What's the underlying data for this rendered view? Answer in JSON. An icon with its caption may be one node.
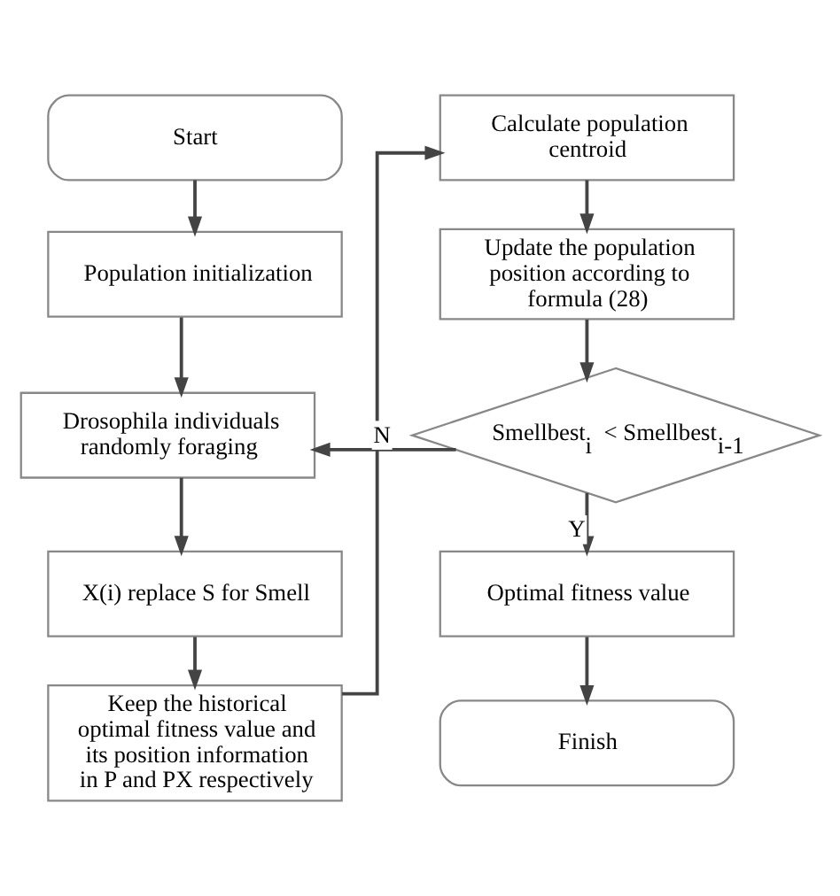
{
  "diagram": {
    "nodes": [
      {
        "text": [
          "Start"
        ]
      },
      {
        "text": [
          "Population initialization"
        ]
      },
      {
        "text": [
          "Drosophila individuals randomly foraging"
        ]
      },
      {
        "text": [
          "X(i) replace S for Smell"
        ]
      },
      {
        "text": [
          "Keep the historical optimal fitness value and its position information in P and PX respectively"
        ]
      },
      {
        "text": [
          "Calculate population centroid"
        ]
      },
      {
        "text": [
          "Update the population position according to formula (28)"
        ]
      },
      {
        "text": [
          "Smellbest$_{i}$ < Smellbest$_{i-1}$"
        ]
      },
      {
        "text": [
          "Optimal fitness value"
        ]
      },
      {
        "text": [
          "Finish"
        ]
      }
    ],
    "edges": [
      {
        "from": 0,
        "to": 1,
        "arrow": "to"
      },
      {
        "from": 1,
        "to": 2,
        "arrow": "to"
      },
      {
        "from": 2,
        "to": 3,
        "arrow": "to"
      },
      {
        "from": 3,
        "to": 4,
        "arrow": "to"
      },
      {
        "from": 4,
        "to": 5,
        "arrow": "to"
      },
      {
        "from": 5,
        "to": 6,
        "arrow": "to"
      },
      {
        "from": 6,
        "to": 7,
        "arrow": "to"
      },
      {
        "from": 7,
        "to": 8,
        "arrow": "to",
        "label": "Y"
      },
      {
        "from": 7,
        "to": 2,
        "arrow": "to",
        "label": "N"
      },
      {
        "from": 8,
        "to": 9,
        "arrow": "to"
      }
    ]
  }
}
